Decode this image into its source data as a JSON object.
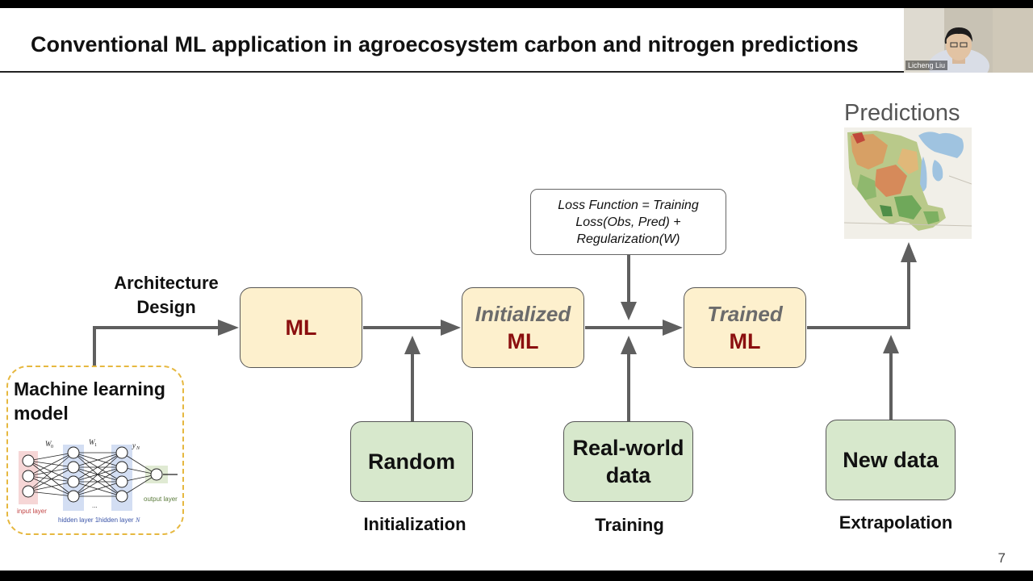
{
  "slide": {
    "title": "Conventional ML application in agroecosystem carbon and nitrogen predictions",
    "page_number": "7"
  },
  "webcam": {
    "name": "Licheng Liu"
  },
  "ml_model": {
    "title_line1": "Machine learning",
    "title_line2": "model",
    "nn_labels": {
      "input": "input layer",
      "hidden1": "hidden layer 1",
      "hiddenN": "hidden layer",
      "hiddenN_sym": "N",
      "output": "output layer",
      "w0": "W",
      "w0_sub": "0",
      "w1": "W",
      "w1_sub": "1",
      "yN": "y",
      "yN_sub": "N",
      "dots": "..."
    }
  },
  "architecture_label": {
    "line1": "Architecture",
    "line2": "Design"
  },
  "boxes": {
    "ml": "ML",
    "initialized_line1": "Initialized",
    "initialized_line2": "ML",
    "trained_line1": "Trained",
    "trained_line2": "ML",
    "random": "Random",
    "realworld_line1": "Real-world",
    "realworld_line2": "data",
    "newdata": "New data"
  },
  "captions": {
    "initialization": "Initialization",
    "training": "Training",
    "extrapolation": "Extrapolation"
  },
  "loss_function": {
    "line1": "Loss Function = Training",
    "line2": "Loss(Obs, Pred) +",
    "line3": "Regularization(W)"
  },
  "predictions": {
    "title": "Predictions"
  },
  "colors": {
    "ml_red": "#8b0f0f",
    "box_yellow": "#fdf0cd",
    "box_green": "#d7e8cc",
    "arrow_gray": "#5f5f5f",
    "dashed_border": "#e6b840"
  }
}
